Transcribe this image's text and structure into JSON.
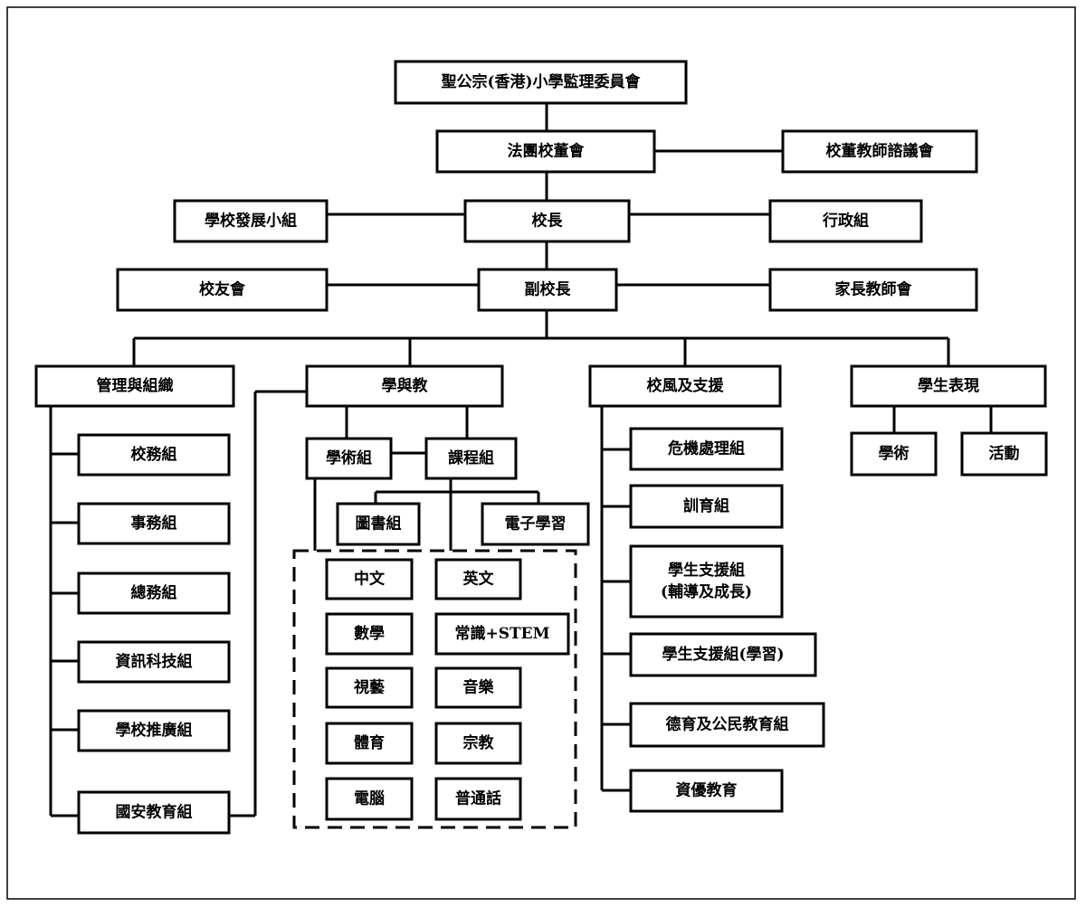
{
  "org_chart": {
    "supervisory_council": "聖公宗(香港)小學監理委員會",
    "imc": "法團校董會",
    "school_managers_consultation": "校董教師諮議會",
    "school_development": "學校發展小組",
    "principal": "校長",
    "administration": "行政組",
    "alumni": "校友會",
    "vice_principal": "副校長",
    "pta": "家長教師會",
    "management": {
      "title": "管理與組織",
      "groups": [
        "校務組",
        "事務組",
        "總務組",
        "資訊科技組",
        "學校推廣組",
        "國安教育組"
      ]
    },
    "learning_teaching": {
      "title": "學與教",
      "academic": "學術組",
      "curriculum": "課程組",
      "library": "圖書組",
      "e_learning": "電子學習",
      "subjects": [
        "中文",
        "英文",
        "數學",
        "常識+STEM",
        "視藝",
        "音樂",
        "體育",
        "宗教",
        "電腦",
        "普通話"
      ]
    },
    "school_ethos": {
      "title": "校風及支援",
      "groups": [
        "危機處理組",
        "訓育組",
        "學生支援組\n(輔導及成長)",
        "學生支援組(學習)",
        "德育及公民教育組",
        "資優教育"
      ]
    },
    "student_performance": {
      "title": "學生表現",
      "groups": [
        "學術",
        "活動"
      ]
    }
  }
}
